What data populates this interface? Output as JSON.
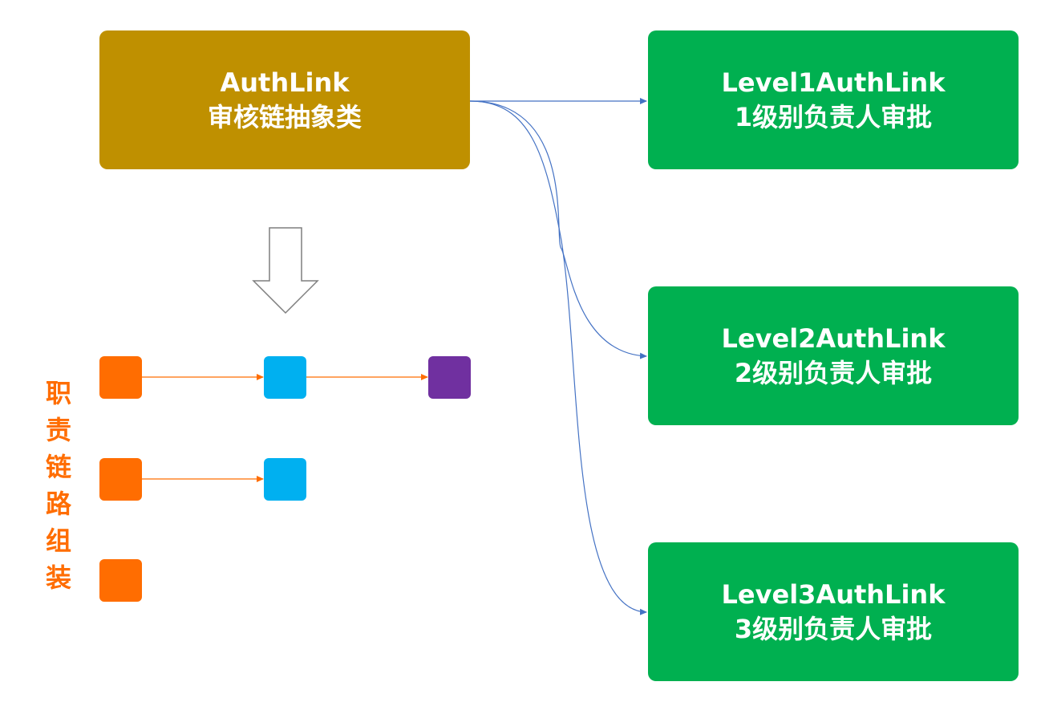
{
  "abstract_class": {
    "name": "AuthLink",
    "desc": "审核链抽象类"
  },
  "levels": [
    {
      "name": "Level1AuthLink",
      "desc": "1级别负责人审批"
    },
    {
      "name": "Level2AuthLink",
      "desc": "2级别负责人审批"
    },
    {
      "name": "Level3AuthLink",
      "desc": "3级别负责人审批"
    }
  ],
  "chain_label": "职责链路组装",
  "colors": {
    "abstract": "#bf9000",
    "level": "#00b050",
    "orange_node": "#ff6d01",
    "blue_node": "#00b0f0",
    "purple_node": "#7030a0",
    "connector": "#4472c4",
    "chain_arrow": "#ff6d01"
  }
}
